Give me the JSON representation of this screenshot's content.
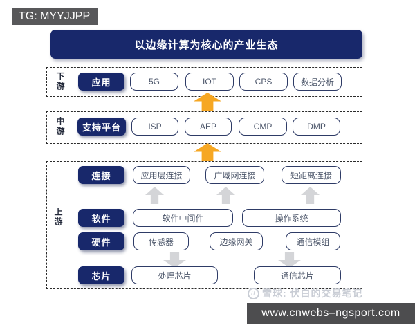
{
  "colors": {
    "navy": "#18286b",
    "arrow-orange": "#f6a723",
    "arrow-gray": "#d4d5d8",
    "box-border": "#2e3b66",
    "box-text": "#4d576b",
    "tg-gray": "#58585a",
    "footer-gray": "#4d4d4f",
    "watermark-gray": "#c9cdd5"
  },
  "tg_banner": {
    "text": "TG: MYYJJPP"
  },
  "title": {
    "text": "以边缘计算为核心的产业生态"
  },
  "sections": [
    {
      "label": "下游",
      "rows": [
        {
          "category": "应用",
          "items": [
            "5G",
            "IOT",
            "CPS",
            "数据分析"
          ]
        }
      ]
    },
    {
      "label": "中游",
      "rows": [
        {
          "category": "支持平台",
          "items": [
            "ISP",
            "AEP",
            "CMP",
            "DMP"
          ]
        }
      ]
    },
    {
      "label": "上游",
      "rows": [
        {
          "category": "连接",
          "items": [
            "应用层连接",
            "广域网连接",
            "短距离连接"
          ]
        },
        {
          "category": "软件",
          "items": [
            "软件中间件",
            "操作系统"
          ]
        },
        {
          "category": "硬件",
          "items": [
            "传感器",
            "边缘网关",
            "通信模组"
          ]
        },
        {
          "category": "芯片",
          "items": [
            "处理芯片",
            "通信芯片"
          ]
        }
      ]
    }
  ],
  "watermark": {
    "text": "雪球: 伏白的交易笔记"
  },
  "footer": {
    "text": "www.cnwebs–ngsport.com"
  }
}
